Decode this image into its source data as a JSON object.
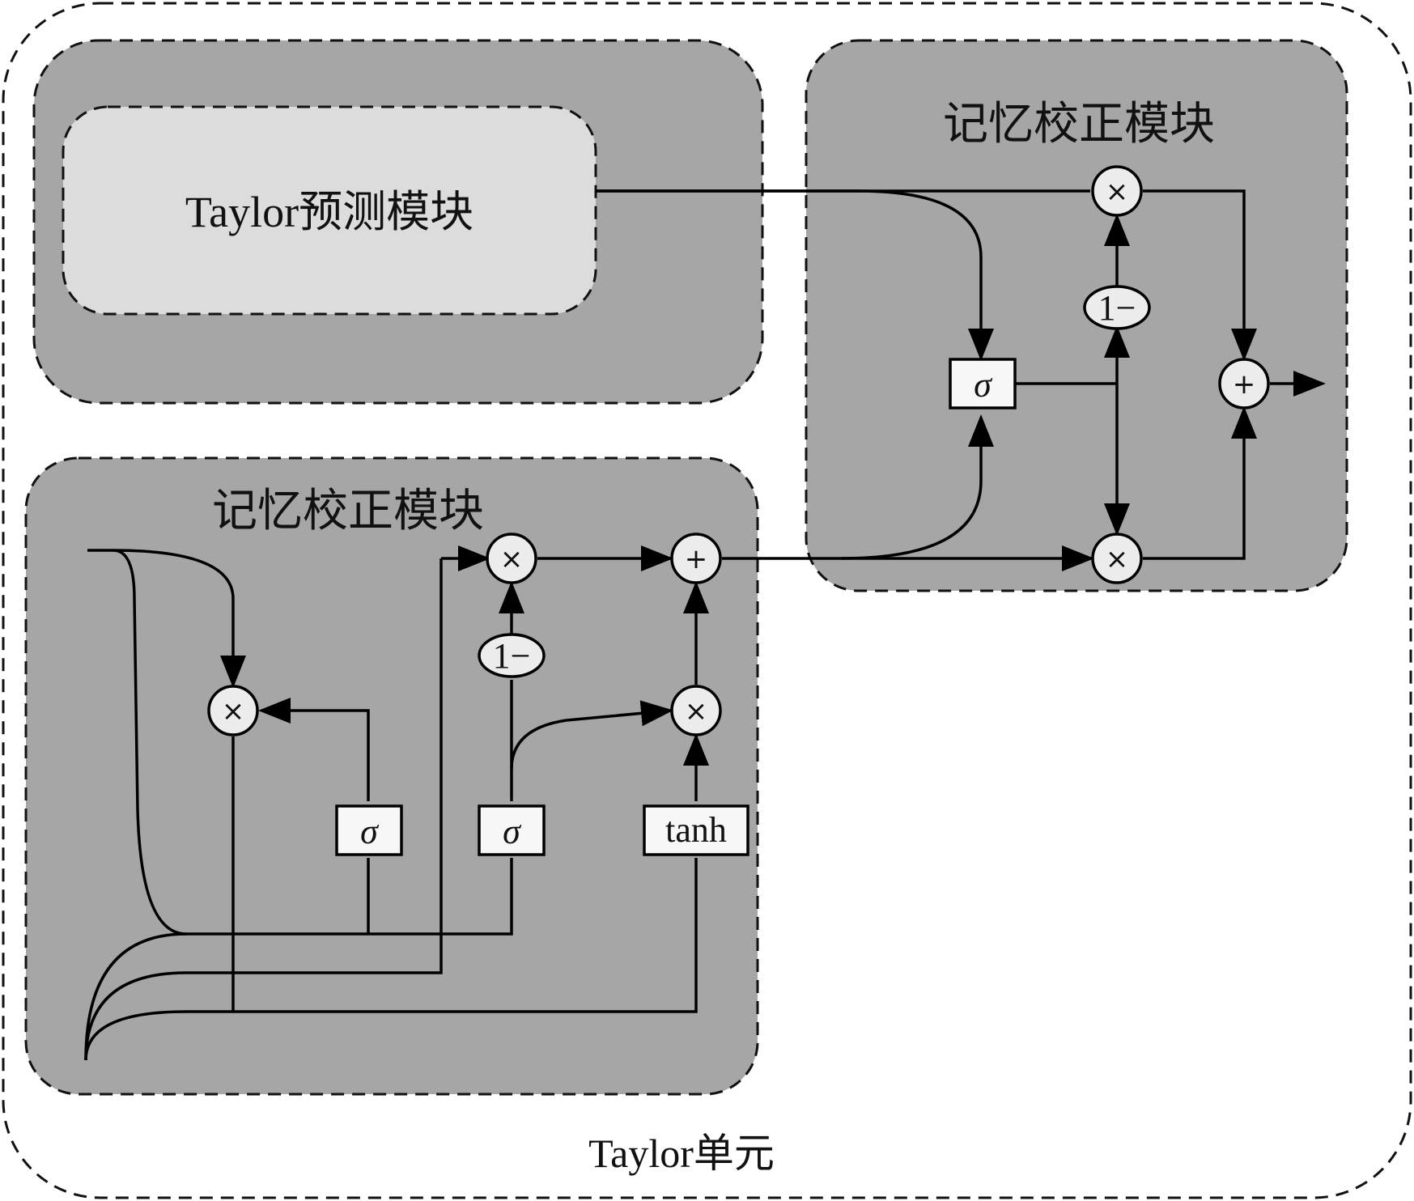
{
  "outer_label": "Taylor单元",
  "taylor_module": {
    "label": "Taylor预测模块"
  },
  "memory_module_right": {
    "label": "记忆校正模块",
    "gate": "σ",
    "one_minus": "1−",
    "multiply": "×",
    "add": "+"
  },
  "memory_module_left": {
    "label": "记忆校正模块",
    "gates": [
      "σ",
      "σ",
      "tanh"
    ],
    "one_minus": "1−",
    "multiply": "×",
    "add": "+"
  }
}
